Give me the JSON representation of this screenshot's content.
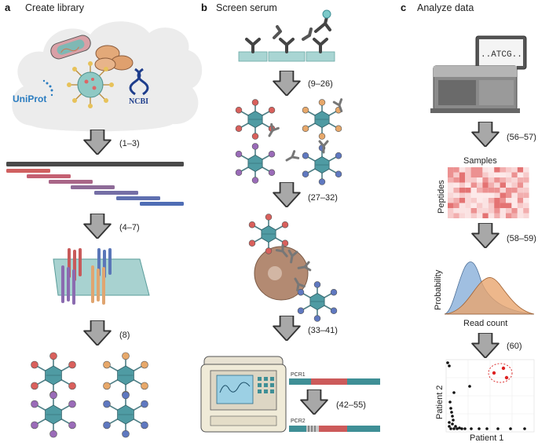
{
  "panels": {
    "a": {
      "letter": "a",
      "title": "Create library"
    },
    "b": {
      "letter": "b",
      "title": "Screen serum"
    },
    "c": {
      "letter": "c",
      "title": "Analyze data"
    }
  },
  "steps": {
    "a1": "(1–3)",
    "a2": "(4–7)",
    "a3": "(8)",
    "b1": "(9–26)",
    "b2": "(27–32)",
    "b3": "(33–41)",
    "b4": "(42–55)",
    "c1": "(56–57)",
    "c2": "(58–59)",
    "c3": "(60)"
  },
  "logos": {
    "uniprot": "UniProt",
    "ncbi": "NCBI"
  },
  "sequencer_screen": "..ATCG..",
  "pcr": {
    "pcr1": "PCR1",
    "pcr2": "PCR2"
  },
  "heatmap": {
    "xlabel": "Samples",
    "ylabel": "Peptides"
  },
  "density": {
    "xlabel": "Read count",
    "ylabel": "Probability",
    "colors": {
      "blue": "#8fb4dc",
      "orange": "#e8a56e"
    }
  },
  "scatter": {
    "xlabel": "Patient 1",
    "ylabel": "Patient 2"
  },
  "colors": {
    "arrow": "#a8a8a8",
    "phage_body": "#4f9ba3",
    "pcr_teal": "#3f8f96",
    "pcr_red": "#cc5a5a"
  }
}
